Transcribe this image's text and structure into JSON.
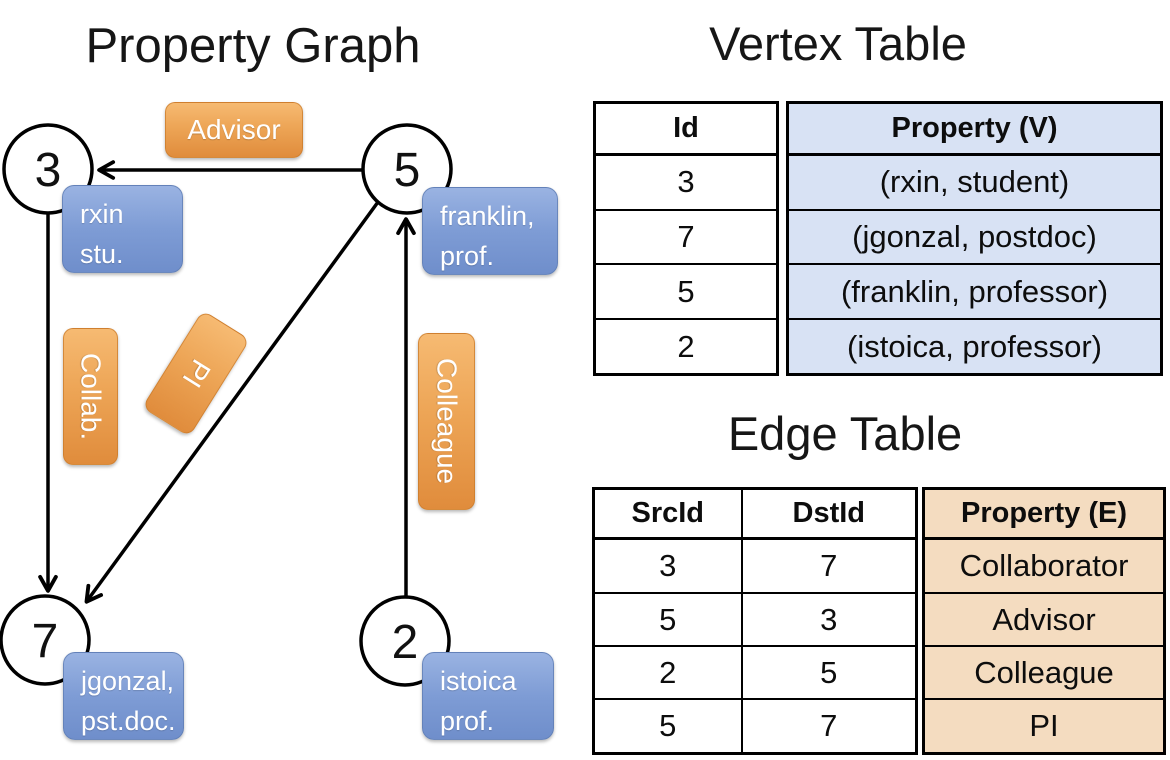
{
  "graph": {
    "title": "Property Graph",
    "nodes": [
      {
        "id": "3",
        "label_lines": [
          "rxin",
          "stu."
        ]
      },
      {
        "id": "5",
        "label_lines": [
          "franklin,",
          "prof."
        ]
      },
      {
        "id": "7",
        "label_lines": [
          "jgonzal,",
          "pst.doc."
        ]
      },
      {
        "id": "2",
        "label_lines": [
          "istoica",
          "prof."
        ]
      }
    ],
    "edges": [
      {
        "src": "5",
        "dst": "3",
        "label": "Advisor"
      },
      {
        "src": "3",
        "dst": "7",
        "label": "Collab."
      },
      {
        "src": "5",
        "dst": "7",
        "label": "PI"
      },
      {
        "src": "2",
        "dst": "5",
        "label": "Colleague"
      }
    ]
  },
  "vertex_table": {
    "title": "Vertex Table",
    "headers": {
      "id": "Id",
      "property": "Property (V)"
    },
    "rows": [
      {
        "id": "3",
        "property": "(rxin, student)"
      },
      {
        "id": "7",
        "property": "(jgonzal, postdoc)"
      },
      {
        "id": "5",
        "property": "(franklin, professor)"
      },
      {
        "id": "2",
        "property": "(istoica, professor)"
      }
    ]
  },
  "edge_table": {
    "title": "Edge Table",
    "headers": {
      "src": "SrcId",
      "dst": "DstId",
      "property": "Property (E)"
    },
    "rows": [
      {
        "src": "3",
        "dst": "7",
        "property": "Collaborator"
      },
      {
        "src": "5",
        "dst": "3",
        "property": "Advisor"
      },
      {
        "src": "2",
        "dst": "5",
        "property": "Colleague"
      },
      {
        "src": "5",
        "dst": "7",
        "property": "PI"
      }
    ]
  },
  "colors": {
    "edge_label_orange_top": "#f6ba72",
    "edge_label_orange_bottom": "#e08c3c",
    "node_label_blue_top": "#9ab3e2",
    "node_label_blue_bottom": "#6f8ecb",
    "vertex_property_fill": "#d8e2f4",
    "edge_property_fill": "#f4dcc0",
    "line_color": "#000000"
  }
}
